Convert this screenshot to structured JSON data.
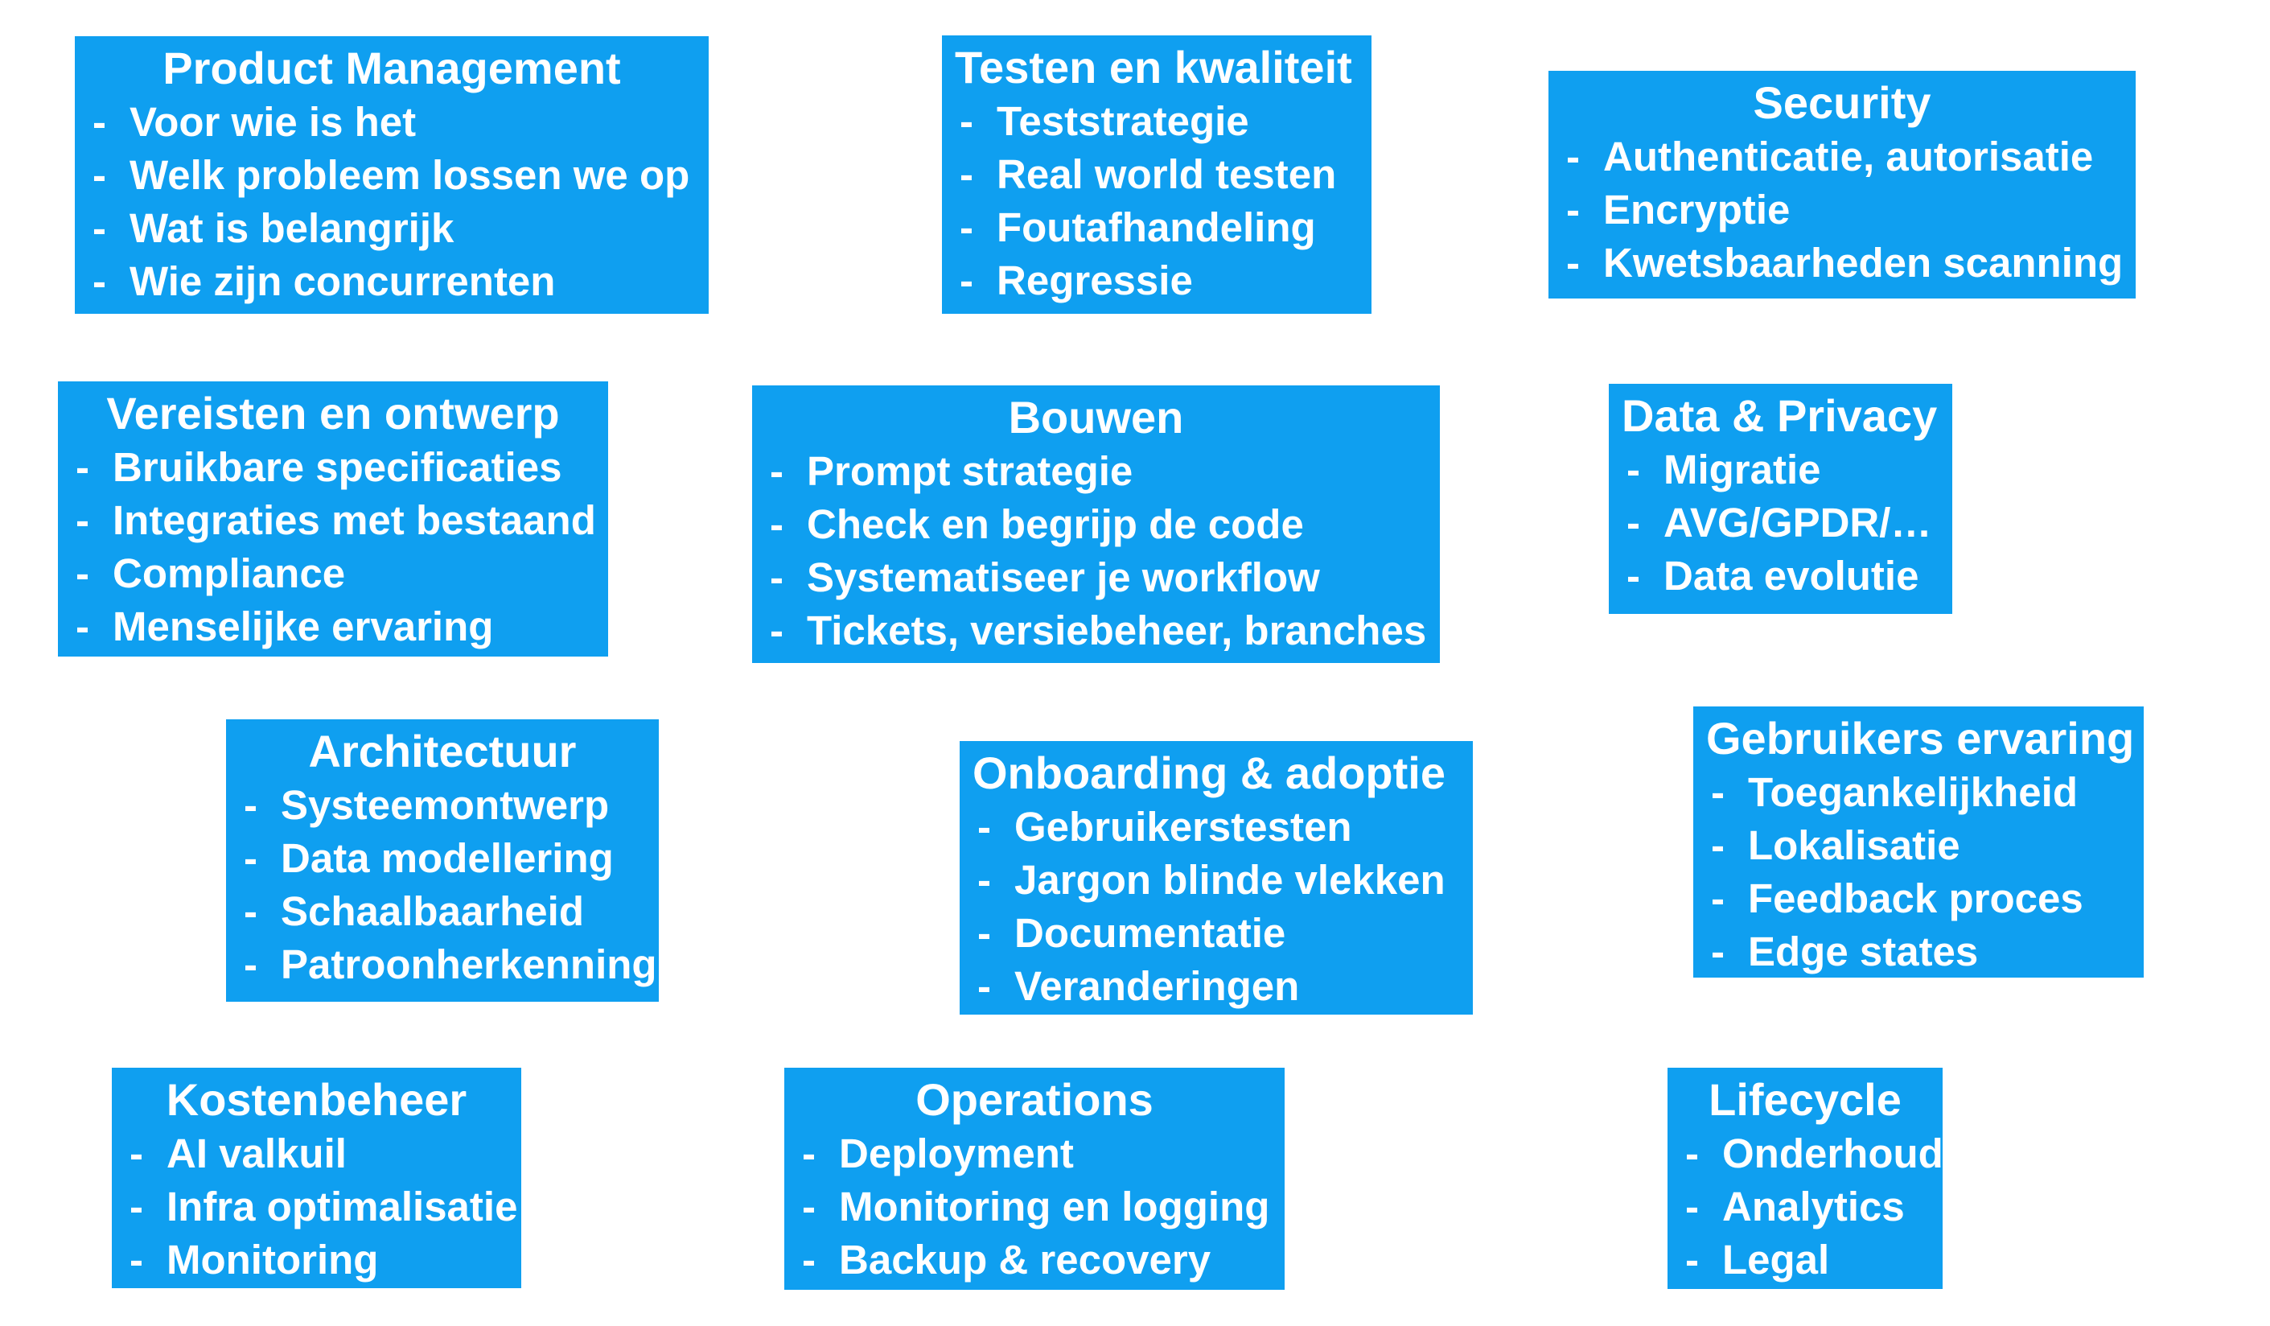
{
  "accent_color": "#0F9FF0",
  "text_color": "#ffffff",
  "bullet_char": "-",
  "boxes": [
    {
      "id": "product-management",
      "title": "Product Management",
      "items": [
        "Voor wie is het",
        "Welk probleem lossen we op",
        "Wat is belangrijk",
        "Wie zijn concurrenten"
      ]
    },
    {
      "id": "testen-en-kwaliteit",
      "title": "Testen en kwaliteit",
      "items": [
        "Teststrategie",
        "Real world testen",
        "Foutafhandeling",
        "Regressie"
      ]
    },
    {
      "id": "security",
      "title": "Security",
      "items": [
        "Authenticatie, autorisatie",
        "Encryptie",
        "Kwetsbaarheden scanning"
      ]
    },
    {
      "id": "vereisten-en-ontwerp",
      "title": "Vereisten en ontwerp",
      "items": [
        "Bruikbare specificaties",
        "Integraties met bestaand",
        "Compliance",
        "Menselijke ervaring"
      ]
    },
    {
      "id": "bouwen",
      "title": "Bouwen",
      "items": [
        "Prompt strategie",
        "Check en begrijp de code",
        "Systematiseer je workflow",
        "Tickets, versiebeheer, branches"
      ]
    },
    {
      "id": "data-privacy",
      "title": "Data & Privacy",
      "items": [
        "Migratie",
        "AVG/GPDR/…",
        "Data evolutie"
      ]
    },
    {
      "id": "architectuur",
      "title": "Architectuur",
      "items": [
        "Systeemontwerp",
        "Data modellering",
        "Schaalbaarheid",
        "Patroonherkenning"
      ]
    },
    {
      "id": "onboarding-adoptie",
      "title": "Onboarding & adoptie",
      "items": [
        "Gebruikerstesten",
        "Jargon blinde vlekken",
        "Documentatie",
        "Veranderingen"
      ]
    },
    {
      "id": "gebruikers-ervaring",
      "title": "Gebruikers ervaring",
      "items": [
        "Toegankelijkheid",
        "Lokalisatie",
        "Feedback proces",
        "Edge states"
      ]
    },
    {
      "id": "kostenbeheer",
      "title": "Kostenbeheer",
      "items": [
        "AI valkuil",
        "Infra optimalisatie",
        "Monitoring"
      ]
    },
    {
      "id": "operations",
      "title": "Operations",
      "items": [
        "Deployment",
        "Monitoring en logging",
        "Backup & recovery"
      ]
    },
    {
      "id": "lifecycle",
      "title": "Lifecycle",
      "items": [
        "Onderhoud",
        "Analytics",
        "Legal"
      ]
    }
  ]
}
